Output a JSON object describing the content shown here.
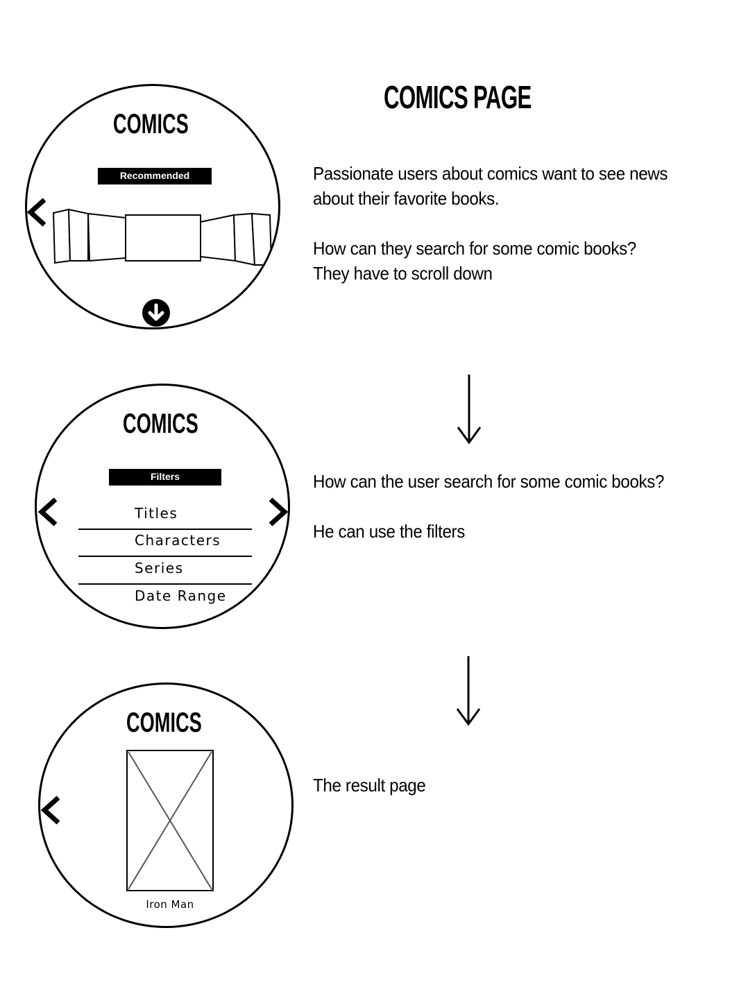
{
  "page": {
    "heading": "COMICS PAGE"
  },
  "screens": [
    {
      "title": "COMICS",
      "label": "Recommended",
      "icons": [
        "chevron-left-icon",
        "scroll-down-icon"
      ]
    },
    {
      "title": "COMICS",
      "label": "Filters",
      "filters": [
        "Titles",
        "Characters",
        "Series",
        "Date Range"
      ],
      "icons": [
        "chevron-left-icon",
        "chevron-right-icon"
      ]
    },
    {
      "title": "COMICS",
      "result_caption": "Iron Man",
      "icons": [
        "chevron-left-icon",
        "image-placeholder-icon"
      ]
    }
  ],
  "descriptions": {
    "step1_line1": "Passionate users about comics want to see news about their favorite books.",
    "step1_line2": "How can they search for some comic books? They have to scroll down",
    "step2_line1": "How can the user search for some comic books?",
    "step2_line2": "He can use the filters",
    "step3_line1": "The result page"
  },
  "colors": {
    "ink": "#000000",
    "paper": "#ffffff"
  }
}
